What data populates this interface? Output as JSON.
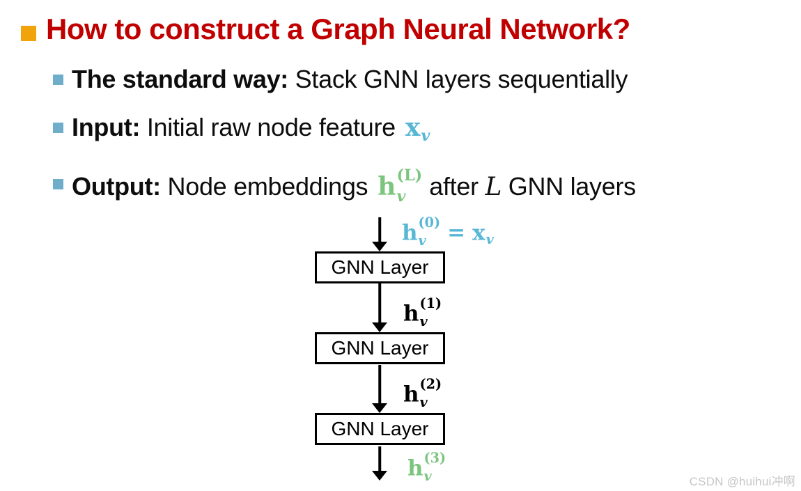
{
  "colors": {
    "title_text": "#C00000",
    "title_bullet": "#F0A30A",
    "sub_bullet": "#6FAECB",
    "math_teal": "#58B7D5",
    "math_green": "#7CC57E",
    "ink": "#0D0D0D",
    "watermark": "#C6C6C6"
  },
  "title": {
    "text": "How to construct a Graph Neural Network?"
  },
  "bullets": {
    "standard": {
      "bold": "The standard way:",
      "rest": " Stack GNN layers sequentially"
    },
    "input": {
      "bold": "Input:",
      "rest": " Initial raw node feature",
      "math": {
        "base": "x",
        "sub": "v"
      }
    },
    "output": {
      "bold": "Output:",
      "rest": " Node embeddings",
      "math": {
        "base": "h",
        "sub": "v",
        "sup": "(L)"
      },
      "after_1": "after ",
      "variable": "L",
      "after_2": " GNN layers"
    }
  },
  "diagram": {
    "box_label": "GNN Layer",
    "edge_labels": {
      "h0": {
        "base": "h",
        "sub": "v",
        "sup": "(0)",
        "equals": "=",
        "rhs_base": "x",
        "rhs_sub": "v"
      },
      "h1": {
        "base": "h",
        "sub": "v",
        "sup": "(1)"
      },
      "h2": {
        "base": "h",
        "sub": "v",
        "sup": "(2)"
      },
      "h3": {
        "base": "h",
        "sub": "v",
        "sup": "(3)"
      }
    }
  },
  "watermark": {
    "text": "CSDN @huihui冲啊"
  }
}
